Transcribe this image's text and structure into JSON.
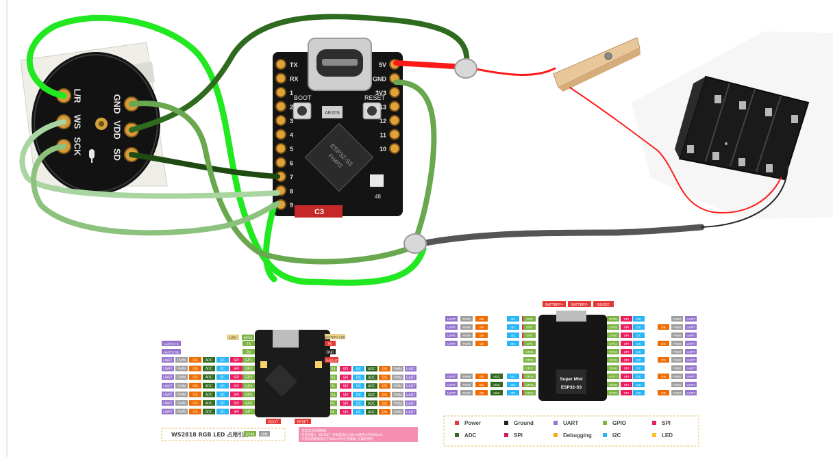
{
  "mic": {
    "pins_left": [
      "L/R",
      "WS",
      "SCK"
    ],
    "pins_right": [
      "GND",
      "VDD",
      "SD"
    ]
  },
  "board_main": {
    "left_labels": [
      "TX",
      "RX",
      "1",
      "2",
      "3",
      "4",
      "5",
      "6",
      "7",
      "8",
      "9"
    ],
    "right_labels": [
      "5V",
      "GND",
      "3V3",
      "13",
      "12",
      "11",
      "10"
    ],
    "button_left": "BOOT",
    "button_right": "RESET",
    "chip_lines": [
      "ESP32-S3",
      "FH4R2"
    ],
    "small_chip": "AE20S",
    "right_small": "48",
    "bottom_logo": "C3"
  },
  "pinout_left": {
    "top_led": "LED",
    "top_gp_top": "GP48",
    "battery": "BATTERY LED",
    "uart_tx": "UART0 TX",
    "uart_rx": "UART0 RX",
    "tx": "TX",
    "rx": "RX",
    "power_5v": "5V",
    "gnd": "GND",
    "v33": "3V3OUT",
    "boot": "BOOT",
    "reset": "RESET",
    "row_func": [
      "UART",
      "PWM",
      "I2S",
      "ADC",
      "I2C",
      "SPI"
    ],
    "left_gp": [
      "GP1",
      "GP2",
      "GP3",
      "GP4",
      "GP5",
      "GP6",
      "GP7"
    ],
    "right_gp": [
      "GP13",
      "GP12",
      "GP11",
      "GP10",
      "GP9",
      "GP8"
    ],
    "ws_title": "WS2818 RGB LED 占用引脚",
    "ws_gp": "GP48",
    "ws_dim": "DIM",
    "note_lines": [
      "充电电流说明数据:",
      "在电池接入 \"BOOST\" 充电电流从100mA提到大到300mA,",
      "只有当前即电流大于500mA时才充满能, 过满会保护。"
    ]
  },
  "pinout_right": {
    "top_labels": [
      "BATTERY+",
      "BATTERY-",
      "BOOST"
    ],
    "board_text": [
      "Super Mini",
      "ESP32-S3"
    ],
    "left_gp": [
      "GP0",
      "GP1",
      "GP2",
      "GP3",
      "GP21",
      "GP18",
      "GP17",
      "GP16",
      "GP15",
      "GP14"
    ],
    "right_gp": [
      "GP38",
      "GP39",
      "GP40",
      "GP41",
      "GP42",
      "GP45",
      "GP46",
      "GP47",
      "GP48",
      "GP35"
    ],
    "legend": [
      {
        "label": "Power",
        "color": "#e53935"
      },
      {
        "label": "Ground",
        "color": "#222222"
      },
      {
        "label": "UART",
        "color": "#9575cd"
      },
      {
        "label": "GPIO",
        "color": "#7cb342"
      },
      {
        "label": "SPI",
        "color": "#e91e63"
      },
      {
        "label": "ADC",
        "color": "#33691e"
      },
      {
        "label": "SPI",
        "color": "#d81b60"
      },
      {
        "label": "Debugging",
        "color": "#f9a825"
      },
      {
        "label": "I2C",
        "color": "#29b6f6"
      },
      {
        "label": "LED",
        "color": "#fbc02d"
      }
    ],
    "row_func_left": [
      "UART",
      "PWM",
      "I2S",
      "ADC",
      "I2C",
      "SPI"
    ],
    "row_func_right": [
      "SPI",
      "I2C",
      "I2S",
      "PWM",
      "UART"
    ]
  },
  "colors": {
    "wire_bright": "#22e822",
    "wire_dark": "#2f6b1e",
    "wire_mid": "#6aa84f",
    "wire_pale": "#a8d5a0",
    "wire_red": "#ff1a1a",
    "wire_gray": "#555555",
    "pcb": "#141414"
  }
}
